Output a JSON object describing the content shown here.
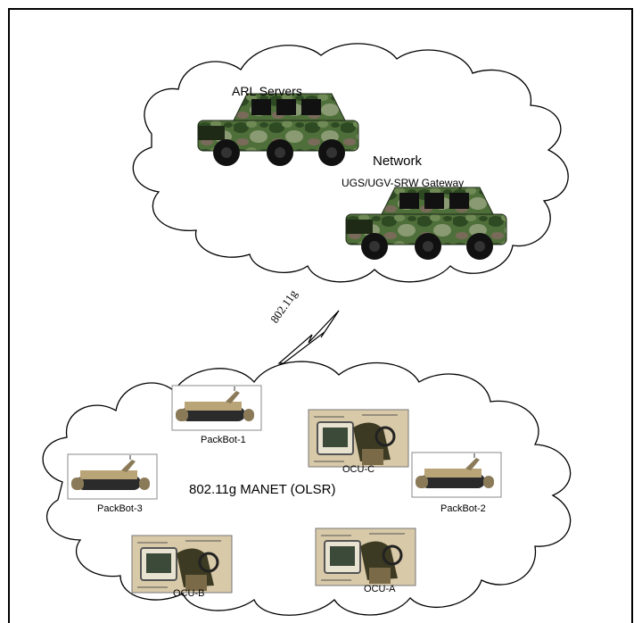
{
  "top_cloud": {
    "title": "Network",
    "servers_label": "ARL Servers",
    "gateway_label": "UGS/UGV-SRW Gateway"
  },
  "link": {
    "label": "802.11g"
  },
  "bottom_cloud": {
    "title": "802.11g MANET (OLSR)",
    "nodes": [
      {
        "label": "PackBot-1",
        "kind": "robot"
      },
      {
        "label": "PackBot-2",
        "kind": "robot"
      },
      {
        "label": "PackBot-3",
        "kind": "robot"
      },
      {
        "label": "OCU-A",
        "kind": "controller"
      },
      {
        "label": "OCU-B",
        "kind": "controller"
      },
      {
        "label": "OCU-C",
        "kind": "controller"
      }
    ]
  },
  "colors": {
    "camo_dark": "#2e4a23",
    "camo_mid": "#5f7f45",
    "camo_light": "#8a9a73",
    "robot_tan": "#b9a478",
    "ocu_bg": "#d8c9a8"
  }
}
